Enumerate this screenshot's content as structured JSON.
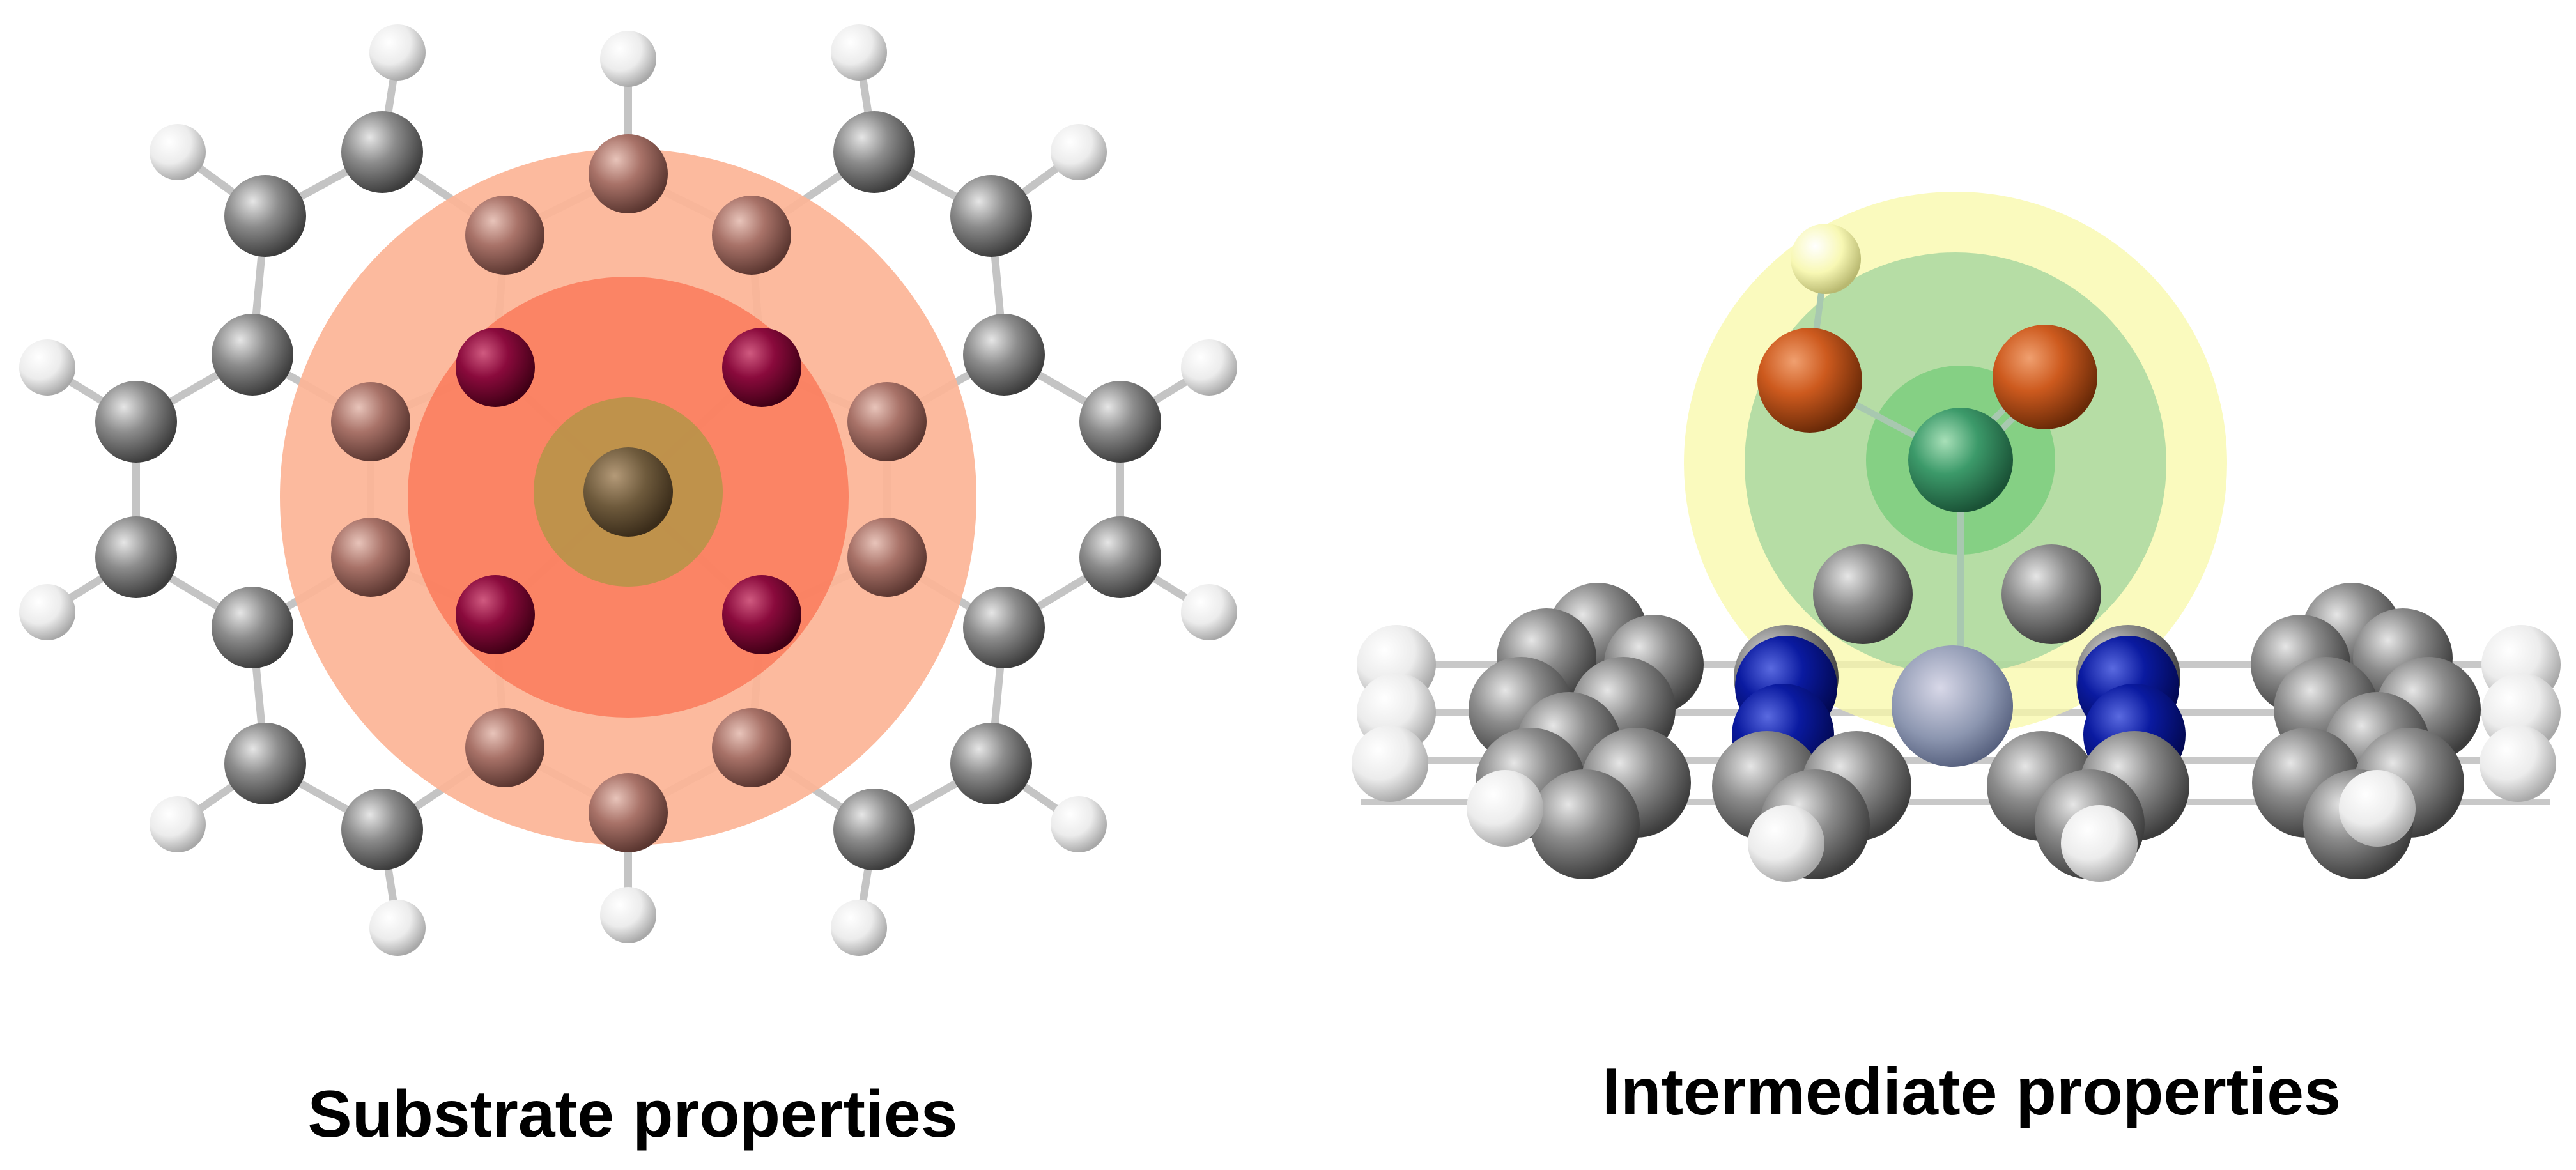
{
  "captions": {
    "substrate": "Substrate properties",
    "intermediate": "Intermediate properties"
  },
  "colors": {
    "background": "#ffffff",
    "carbon": "#8c8c8c",
    "hydrogen": "#f0f0f0",
    "bond": "#c8c8c8",
    "coordinating_carbon": "#a87268",
    "pyrrolic_nitrogen": "#8a0a3c",
    "metal_center": "#6e5a3c",
    "outer_region": "#fcb496",
    "inner_region": "#fa7a5a",
    "core_region": "#b49446",
    "adsorbate_outer_region": "#f8f8a8",
    "adsorbate_inner_region": "#8ccc96",
    "adsorbate_core_region": "#5cc46a",
    "adsorbate_center": "#3c9a6a",
    "adsorbate_oxygen": "#cd5a1e",
    "adsorbate_hydrogen": "#f8f8b4",
    "side_view_nitrogen": "#0a1aa0"
  },
  "panels": [
    {
      "name": "substrate",
      "view": "top",
      "highlight": "concentric-regions"
    },
    {
      "name": "intermediate",
      "view": "side",
      "highlight": "concentric-regions"
    }
  ]
}
